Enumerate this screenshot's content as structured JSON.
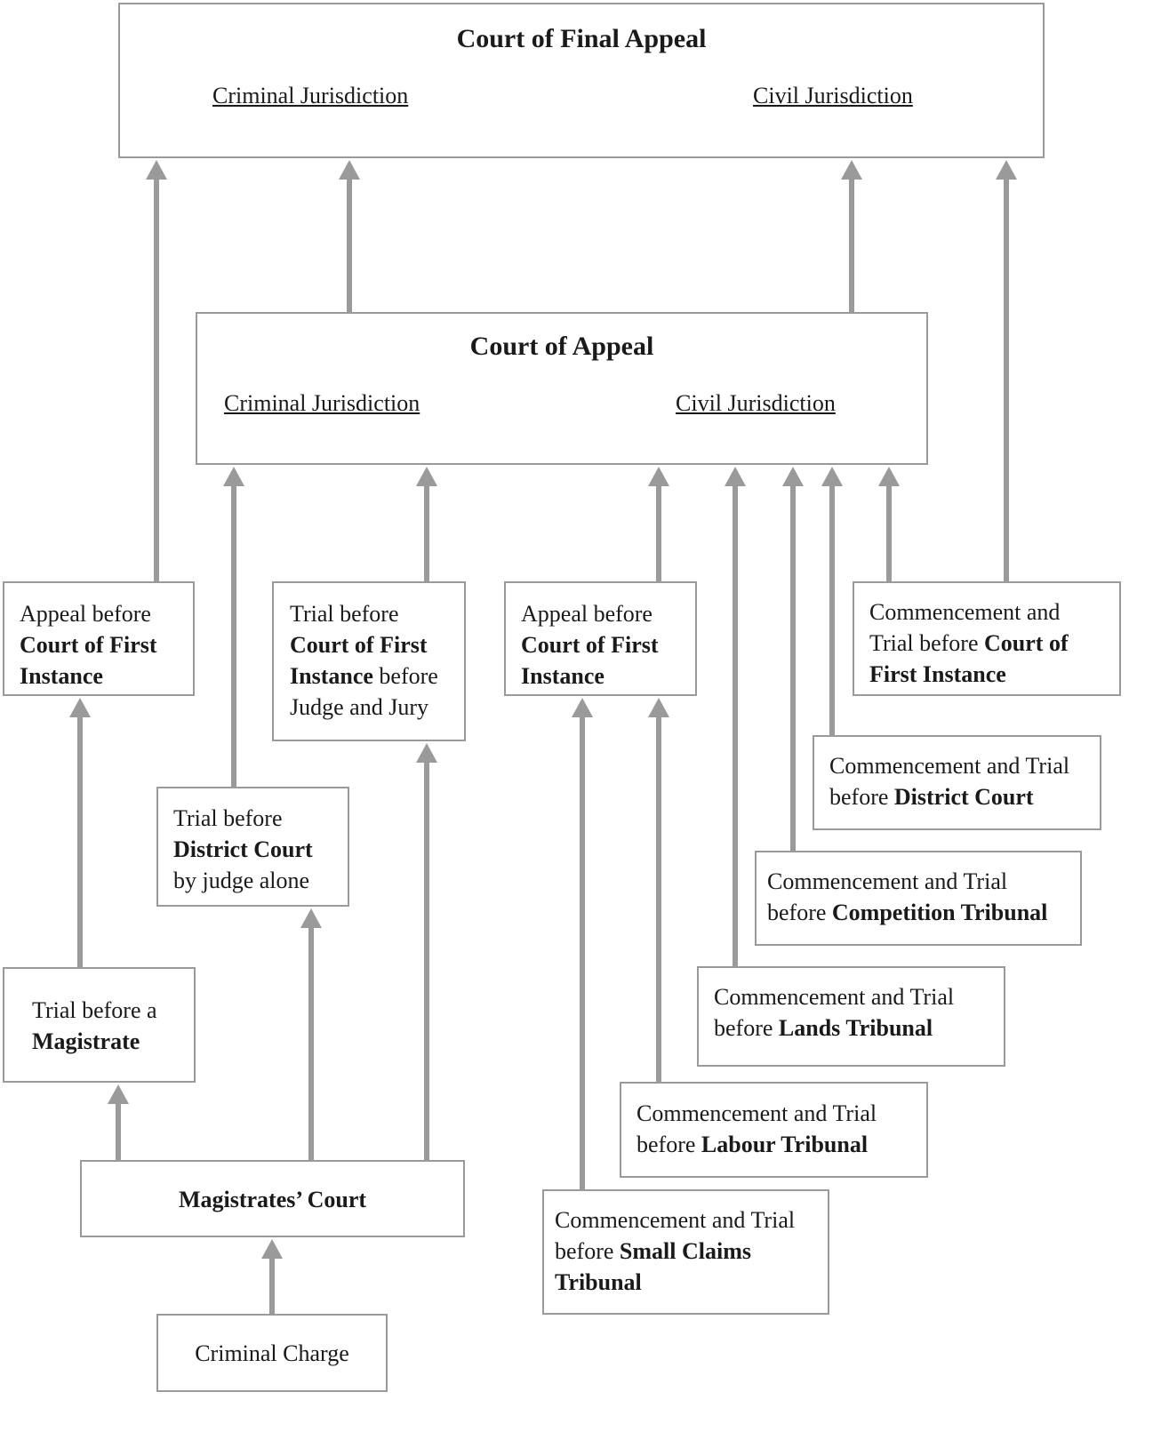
{
  "final_appeal": {
    "title": "Court of Final Appeal",
    "criminal": "Criminal Jurisdiction",
    "civil": "Civil Jurisdiction"
  },
  "appeal": {
    "title": "Court of Appeal",
    "criminal": "Criminal Jurisdiction",
    "civil": "Civil Jurisdiction"
  },
  "criminal_appeal_cfi": {
    "l1": "Appeal before",
    "l2": "Court of First",
    "l3": "Instance"
  },
  "trial_cfi_jury": {
    "l1": "Trial before",
    "l2": "Court of First",
    "l3a": "Instance",
    "l3b": " before",
    "l4": "Judge and Jury"
  },
  "civil_appeal_cfi": {
    "l1": "Appeal before",
    "l2": "Court of First",
    "l3": "Instance"
  },
  "commence_cfi": {
    "l1": "Commencement and",
    "l2a": "Trial before ",
    "l2b": "Court of",
    "l3": "First Instance"
  },
  "trial_district": {
    "l1": "Trial before",
    "l2": "District Court",
    "l3": "by judge alone"
  },
  "commence_district": {
    "l1": "Commencement and Trial",
    "l2a": "before ",
    "l2b": "District Court"
  },
  "commence_competition": {
    "l1": "Commencement and Trial",
    "l2a": "before ",
    "l2b": "Competition Tribunal"
  },
  "commence_lands": {
    "l1": "Commencement and Trial",
    "l2a": "before ",
    "l2b": "Lands Tribunal"
  },
  "commence_labour": {
    "l1": "Commencement and Trial",
    "l2a": "before ",
    "l2b": "Labour Tribunal"
  },
  "commence_small_claims": {
    "l1": "Commencement and Trial",
    "l2a": "before ",
    "l2b": "Small Claims",
    "l3": "Tribunal"
  },
  "trial_magistrate": {
    "l1": "Trial before a",
    "l2": "Magistrate"
  },
  "magistrates_court": {
    "title": "Magistrates’ Court"
  },
  "criminal_charge": {
    "title": "Criminal Charge"
  },
  "colors": {
    "border": "#9a9a9a",
    "arrow": "#9a9a9a",
    "text": "#1a1a1a"
  }
}
